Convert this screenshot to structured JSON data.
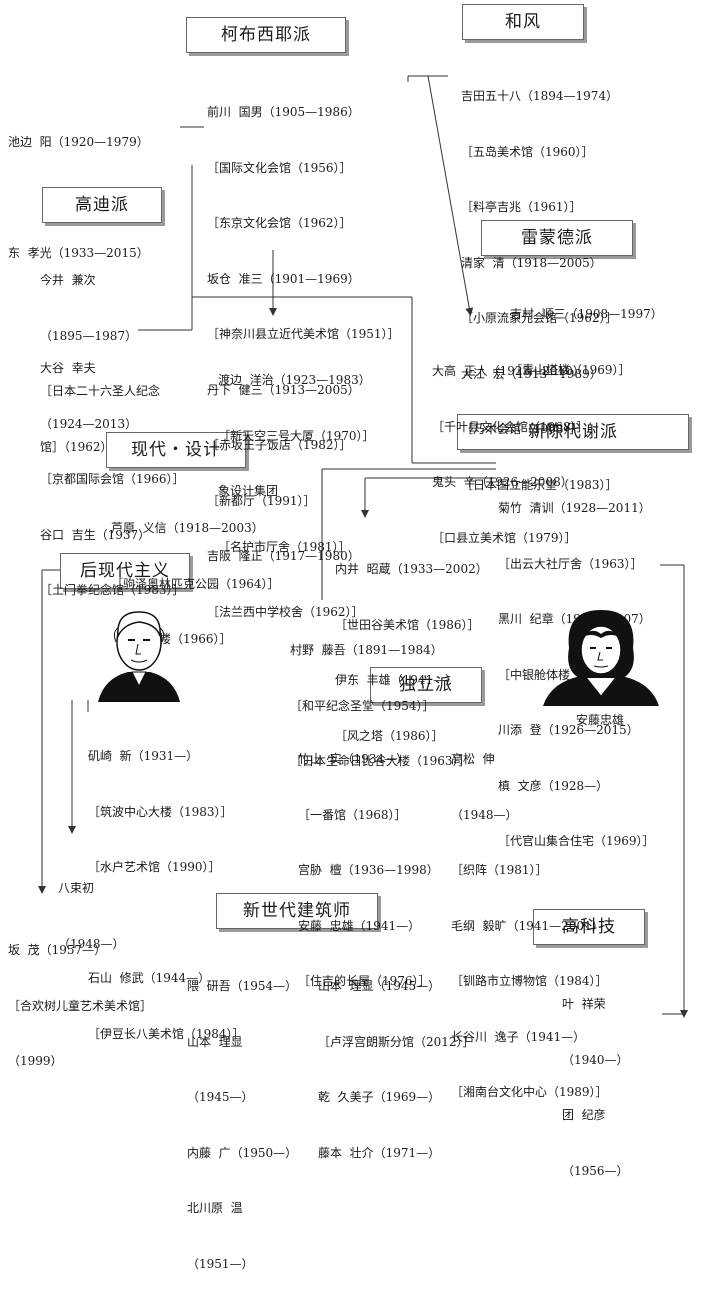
{
  "schools": {
    "kebuxiye": "柯布西耶派",
    "hefeng": "和风",
    "gaodi": "高迪派",
    "leimengde": "雷蒙德派",
    "xinchendaixie": "新陈代谢派",
    "xiandai": "现代・设计",
    "houxiandai": "后现代主义",
    "duli": "独立派",
    "xinshidai": "新世代建筑师",
    "gaokeji": "高科技"
  },
  "groups": {
    "left_top": [
      "池边  阳（1920—1979）",
      "",
      "东  孝光（1933—2015）"
    ],
    "kebuxiye": [
      "前川  国男（1905—1986）",
      "［国际文化会馆（1956）］",
      "［东京文化会馆（1962）］",
      "坂仓  准三（1901—1969）",
      "［神奈川县立近代美术馆（1951）］",
      "丹下  健三（1913—2005）",
      "［赤坂王子饭店（1982）］",
      "［新都厅（1991）］",
      "吉阪  隆正（1917—1980）",
      "［法兰西中学校舍（1962）］"
    ],
    "hefeng": [
      "吉田五十八（1894—1974）",
      "［五岛美术馆（1960）］",
      "［料亭吉兆（1961）］",
      "清家  清（1918—2005）",
      "［小原流家元会馆（1962）］",
      "大江  宏（1913—1989）",
      "［乃木会馆（1968）］",
      "［日本国立能乐堂（1983）］"
    ],
    "gaodi": [
      "今井  兼次",
      "（1895—1987）",
      "［日本二十六圣人纪念",
      "馆］（1962）"
    ],
    "gaodi2": [
      "大谷  幸夫",
      "（1924—2013）",
      "［京都国际会馆（1966）］",
      "谷口  吉生（1937）",
      "［土门拳纪念馆（1983）］"
    ],
    "watanabe": [
      "渡边  洋治（1923—1983）",
      "［新天空三号大厦（1970）］",
      "象设计集团",
      "［名护市厅舍（1981）］"
    ],
    "leimengde": [
      "吉村  顺三（1908—1997）",
      "［青山塔楼（1969）］"
    ],
    "leimengde2": [
      "大高  正人（1923—2010）",
      "［千叶县文化会馆（1968）］",
      "鬼头  辛（1926—2008）",
      "［口县立美术馆（1979）］"
    ],
    "xinchendaixie": [
      "菊竹  清训（1928—2011）",
      "［出云大社厅舍（1963）］",
      "黑川  纪章（1934—2007）",
      "［中银舱体楼（1972）］",
      "川添  登（1926—2015）",
      "槙  文彦（1928—）",
      "［代官山集合住宅（1969）］"
    ],
    "xiandai": [
      "芦原  义信（1918—2003）",
      "［驹泽奥林匹克公园（1964）］",
      "［索尼大楼（1966）］"
    ],
    "uchii": [
      "内井  昭蔵（1933—2002）",
      "［世田谷美术馆（1986）］",
      "伊东  丰雄（1941—）",
      "［风之塔（1986）］"
    ],
    "murano": [
      "村野  藤吾（1891—1984）",
      "［和平纪念圣堂（1954）］",
      "［日本生命日比谷大楼（1963）］"
    ],
    "houxiandai": [
      "矶崎  新（1931—）",
      "［筑波中心大楼（1983）］",
      "［水户艺术馆（1990）］",
      "",
      "石山  修武（1944—）",
      "［伊豆长八美术馆（1984）］"
    ],
    "yatsuka": [
      "八束初",
      "（1948—）"
    ],
    "ban": [
      "坂  茂（1957—）",
      "［合欢树儿童艺术美术馆］",
      "（1999）"
    ],
    "duli_left": [
      "竹山  实（1934—）",
      "［一番馆（1968）］",
      "宫胁  檀（1936—1998）",
      "安藤  忠雄（1941—）",
      "［住吉的长屋（1976）］"
    ],
    "duli_right": [
      "高松  伸",
      "（1948—）",
      "［织阵（1981）］",
      "毛纲  毅旷（1941—2001）",
      "［钏路市立博物馆（1984）］",
      "长谷川  逸子（1941—）",
      "［湘南台文化中心（1989）］"
    ],
    "xinshidai_left": [
      "隈  研吾（1954—）",
      "山本  理显",
      "（1945—）",
      "内藤  广（1950—）",
      "北川原  温",
      "（1951—）"
    ],
    "xinshidai_right": [
      "山本  理显（1945—）",
      "［卢浮宫朗斯分馆（2012）］",
      "乾  久美子（1969—）",
      "藤本  壮介（1971—）"
    ],
    "gaokeji": [
      "叶  祥荣",
      "（1940—）",
      "团  纪彦",
      "（1956—）"
    ]
  },
  "portrait_caption": "安藤忠雄",
  "colors": {
    "line": "#333333",
    "shadow": "#9a9a9a"
  }
}
